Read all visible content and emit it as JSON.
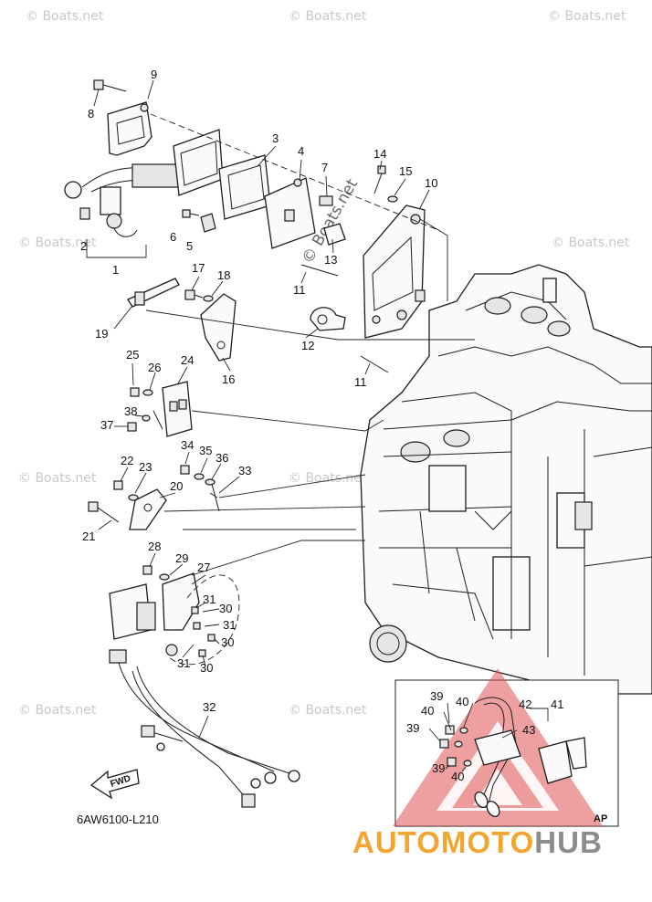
{
  "callouts": {
    "c1": "1",
    "c2": "2",
    "c3": "3",
    "c4": "4",
    "c5": "5",
    "c6": "6",
    "c7": "7",
    "c8": "8",
    "c9": "9",
    "c10": "10",
    "c11a": "11",
    "c11b": "11",
    "c12": "12",
    "c13": "13",
    "c14": "14",
    "c15": "15",
    "c16": "16",
    "c17": "17",
    "c18": "18",
    "c19": "19",
    "c20": "20",
    "c21": "21",
    "c22": "22",
    "c23": "23",
    "c24": "24",
    "c25": "25",
    "c26": "26",
    "c27": "27",
    "c28": "28",
    "c29": "29",
    "c30a": "30",
    "c30b": "30",
    "c30c": "30",
    "c31a": "31",
    "c31b": "31",
    "c31c": "31",
    "c32": "32",
    "c33": "33",
    "c34": "34",
    "c35": "35",
    "c36": "36",
    "c37": "37",
    "c38": "38",
    "c39a": "39",
    "c39b": "39",
    "c39c": "39",
    "c40a": "40",
    "c40b": "40",
    "c40c": "40",
    "c41": "41",
    "c42": "42",
    "c43": "43"
  },
  "fwd_label": "FWD",
  "inset_label": "AP",
  "drawing_code": "6AW6100-L210",
  "watermark_text": "© Boats.net",
  "center_watermark": "© Boats.net",
  "brand": {
    "part1": "AUTO",
    "part2": "MOTO",
    "part3": "HUB"
  },
  "colors": {
    "brand_orange": "#f0a630",
    "brand_gray": "#8c8c8c",
    "logo_red": "#e05050",
    "watermark": "#c8c8c8"
  }
}
